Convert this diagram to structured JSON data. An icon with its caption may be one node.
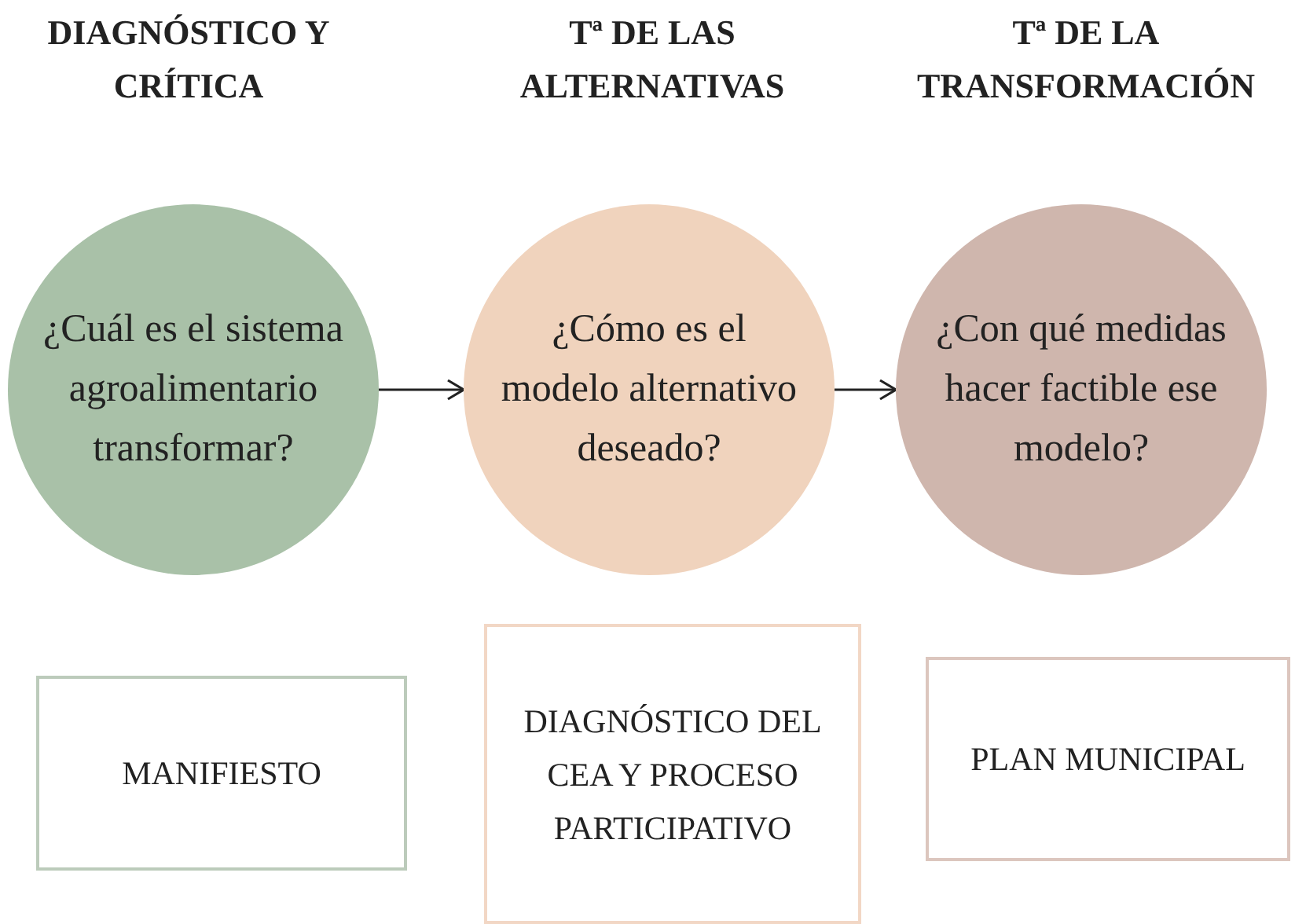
{
  "diagram": {
    "nodes": [
      {
        "text": [
          "¿Cuál es el sistema agroalimentario transformar?"
        ]
      },
      {
        "text": [
          "¿Cómo es el modelo alternativo deseado?"
        ]
      },
      {
        "text": [
          "¿Con qué medidas hacer factible ese modelo?"
        ]
      },
      {
        "text": [
          "MANIFIESTO"
        ]
      },
      {
        "text": [
          "DIAGNÓSTICO DEL CEA Y PROCESO PARTICIPATIVO"
        ]
      },
      {
        "text": [
          "PLAN MUNICIPAL"
        ]
      }
    ],
    "edges": [
      {
        "from": 0,
        "to": 1,
        "arrow": "to"
      },
      {
        "from": 1,
        "to": 2,
        "arrow": "to"
      }
    ],
    "labels": [
      "DIAGNÓSTICO Y CRÍTICA",
      "Tª DE LAS ALTERNATIVAS",
      "Tª DE LA TRANSFORMACIÓN"
    ]
  }
}
